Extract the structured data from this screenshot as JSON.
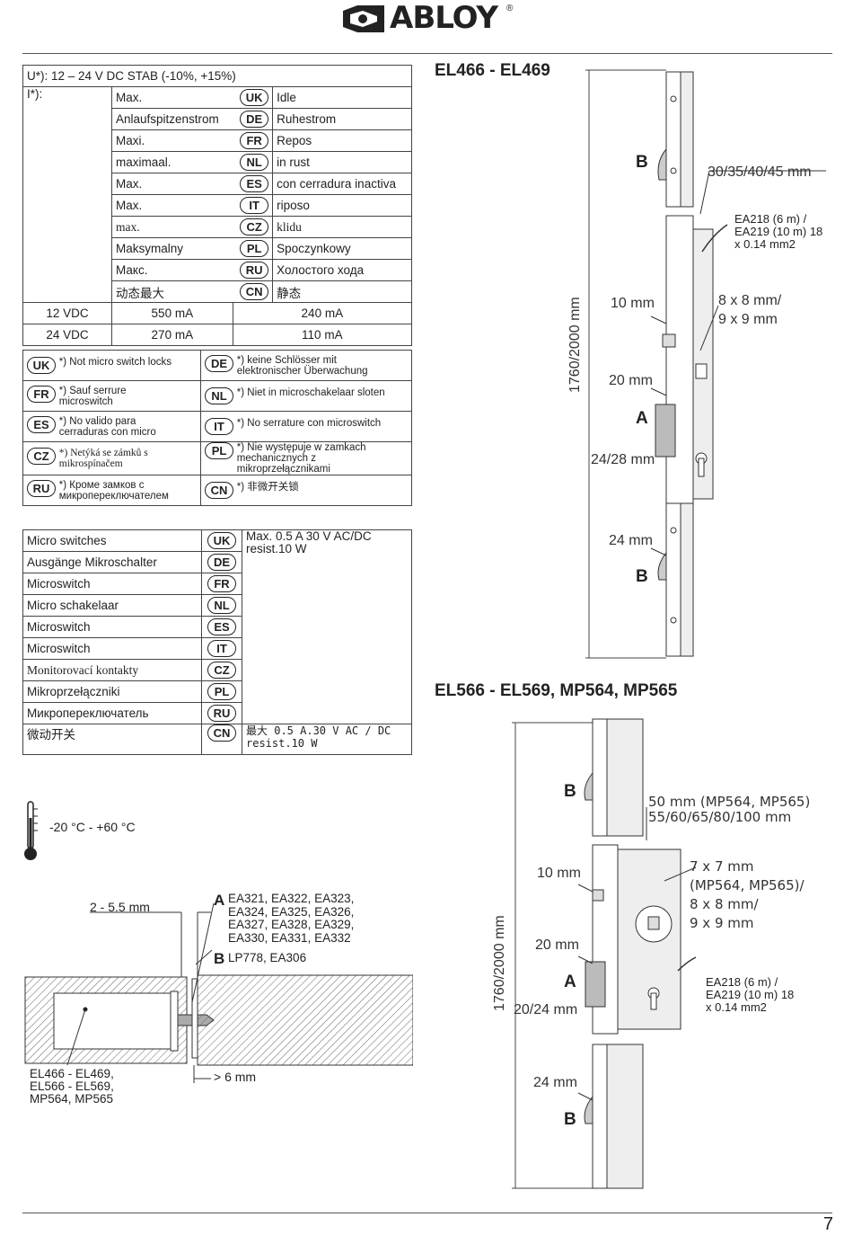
{
  "brand": {
    "name": "ABLOY",
    "registered": "®"
  },
  "spec_table": {
    "voltage": "U*): 12 – 24 V DC STAB (-10%, +15%)",
    "current_label": "I*):",
    "rows": [
      {
        "left": "Max.",
        "code": "UK",
        "right": "Idle"
      },
      {
        "left": "Anlaufspitzenstrom",
        "code": "DE",
        "right": "Ruhestrom"
      },
      {
        "left": "Maxi.",
        "code": "FR",
        "right": "Repos"
      },
      {
        "left": "maximaal.",
        "code": "NL",
        "right": "in rust"
      },
      {
        "left": "Max.",
        "code": "ES",
        "right": "con cerradura inactiva"
      },
      {
        "left": "Max.",
        "code": "IT",
        "right": "riposo"
      },
      {
        "left": "max.",
        "code": "CZ",
        "right": "klidu"
      },
      {
        "left": "Maksymalny",
        "code": "PL",
        "right": "Spoczynkowy"
      },
      {
        "left": "Макс.",
        "code": "RU",
        "right": "Холостого хода"
      },
      {
        "left": "动态最大",
        "code": "CN",
        "right": "静态"
      }
    ],
    "values": [
      {
        "v": "12 VDC",
        "max": "550 mA",
        "idle": "240 mA"
      },
      {
        "v": "24 VDC",
        "max": "270 mA",
        "idle": "110 mA"
      }
    ]
  },
  "footnotes": [
    {
      "code": "UK",
      "text": "*) Not micro switch locks"
    },
    {
      "code": "DE",
      "text": "*)  keine Schlösser mit elektronischer Überwachung"
    },
    {
      "code": "FR",
      "text": "*) Sauf serrure microswitch"
    },
    {
      "code": "NL",
      "text": "*)  Niet in microschakelaar sloten"
    },
    {
      "code": "ES",
      "text": "*) No valido para cerraduras con micro"
    },
    {
      "code": "IT",
      "text": "*) No serrature con microswitch"
    },
    {
      "code": "CZ",
      "text": "*) Netýká se zámků s mikrospínačem"
    },
    {
      "code": "PL",
      "text": "*) Nie występuje w zamkach mechanicznych z mikroprzełącznikami"
    },
    {
      "code": "RU",
      "text": "*) Кроме замков с микропереключателем"
    },
    {
      "code": "CN",
      "text": "*)  非微开关锁"
    }
  ],
  "micro_table": {
    "rows": [
      {
        "label": "Micro switches",
        "code": "UK"
      },
      {
        "label": "Ausgänge Mikroschalter",
        "code": "DE"
      },
      {
        "label": "Microswitch",
        "code": "FR"
      },
      {
        "label": "Micro schakelaar",
        "code": "NL"
      },
      {
        "label": "Microswitch",
        "code": "ES"
      },
      {
        "label": "Microswitch",
        "code": "IT"
      },
      {
        "label": "Monitorovací kontakty",
        "code": "CZ"
      },
      {
        "label": "Mikroprzełączniki",
        "code": "PL"
      },
      {
        "label": "Микропереключатель",
        "code": "RU"
      },
      {
        "label": "微动开关",
        "code": "CN"
      }
    ],
    "spec_line1": "Max. 0.5 A 30 V AC/DC",
    "spec_line2": "resist.10 W",
    "cn_spec_line1": "最大 0.5 A.30 V AC / DC",
    "cn_spec_line2": "resist.10 W"
  },
  "temperature": "-20 °C - +60 °C",
  "installation": {
    "gap": "2  - 5.5 mm",
    "a_label": "A",
    "a_models": "EA321, EA322, EA323, EA324, EA325, EA326, EA327, EA328, EA329, EA330, EA331, EA332",
    "a_line1": "EA321, EA322, EA323,",
    "a_line2": "EA324, EA325, EA326,",
    "a_line3": "EA327, EA328, EA329,",
    "a_line4": "EA330, EA331, EA332",
    "b_label": "B",
    "b_models": "LP778, EA306",
    "clearance": "> 6 mm",
    "lock_line1": "EL466 - EL469,",
    "lock_line2": "EL566 - EL569,",
    "lock_line3": "MP564, MP565"
  },
  "diagram1": {
    "title": "EL466 - EL469",
    "length": "1760/2000 mm",
    "backset": "30/35/40/45 mm",
    "cable1": "EA218 (6 m) /",
    "cable2": "EA219 (10 m) 18",
    "cable3": "x 0.14 mm2",
    "follower1": "8 x 8 mm/",
    "follower2": "9 x 9 mm",
    "d10": "10 mm",
    "d20": "20 mm",
    "d2428": "24/28 mm",
    "d24": "24 mm",
    "label_a": "A",
    "label_b": "B"
  },
  "diagram2": {
    "title": "EL566 - EL569, MP564, MP565",
    "length": "1760/2000 mm",
    "backset1": "50 mm (MP564, MP565)",
    "backset2": "55/60/65/80/100 mm",
    "follower1": "7 x 7 mm",
    "follower2": "(MP564, MP565)/",
    "follower3": "8 x 8 mm/",
    "follower4": "9 x 9 mm",
    "cable1": "EA218 (6 m) /",
    "cable2": "EA219 (10 m) 18",
    "cable3": "x 0.14 mm2",
    "d10": "10 mm",
    "d20": "20 mm",
    "d2024": "20/24 mm",
    "d24": "24 mm",
    "label_a": "A",
    "label_b": "B"
  },
  "page_number": "7"
}
